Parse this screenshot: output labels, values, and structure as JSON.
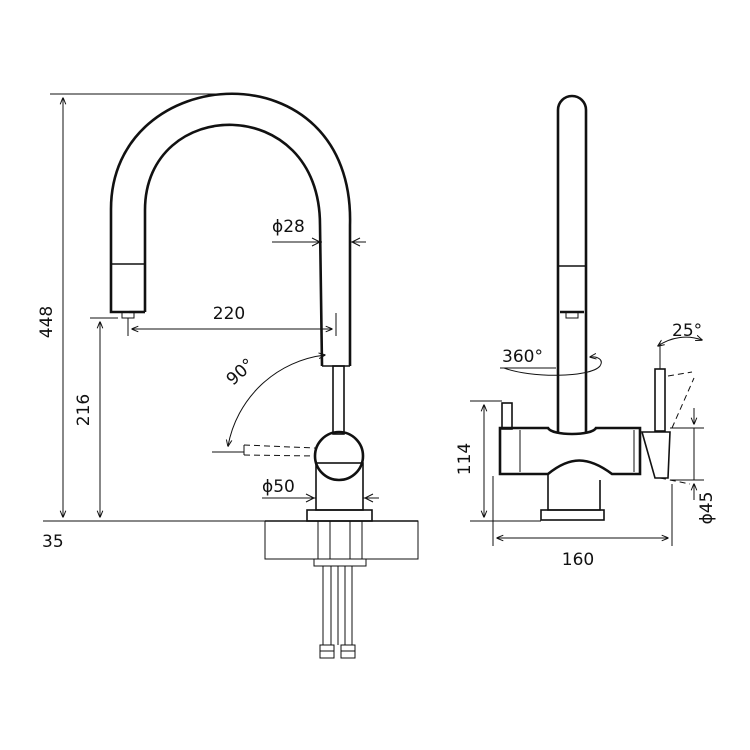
{
  "colors": {
    "line": "#111111",
    "background": "#ffffff",
    "hatch": "#111111"
  },
  "dimensions": {
    "total_height": "448",
    "spout_outlet_height": "216",
    "mount_thickness": "35",
    "spout_reach": "220",
    "spout_diameter": "ϕ28",
    "body_diameter": "ϕ50",
    "lever_rotation": "90°",
    "spout_swivel": "360°",
    "side_lever_angle": "25°",
    "side_body_height": "114",
    "side_body_width": "160",
    "side_lever_diameter": "ϕ45"
  }
}
